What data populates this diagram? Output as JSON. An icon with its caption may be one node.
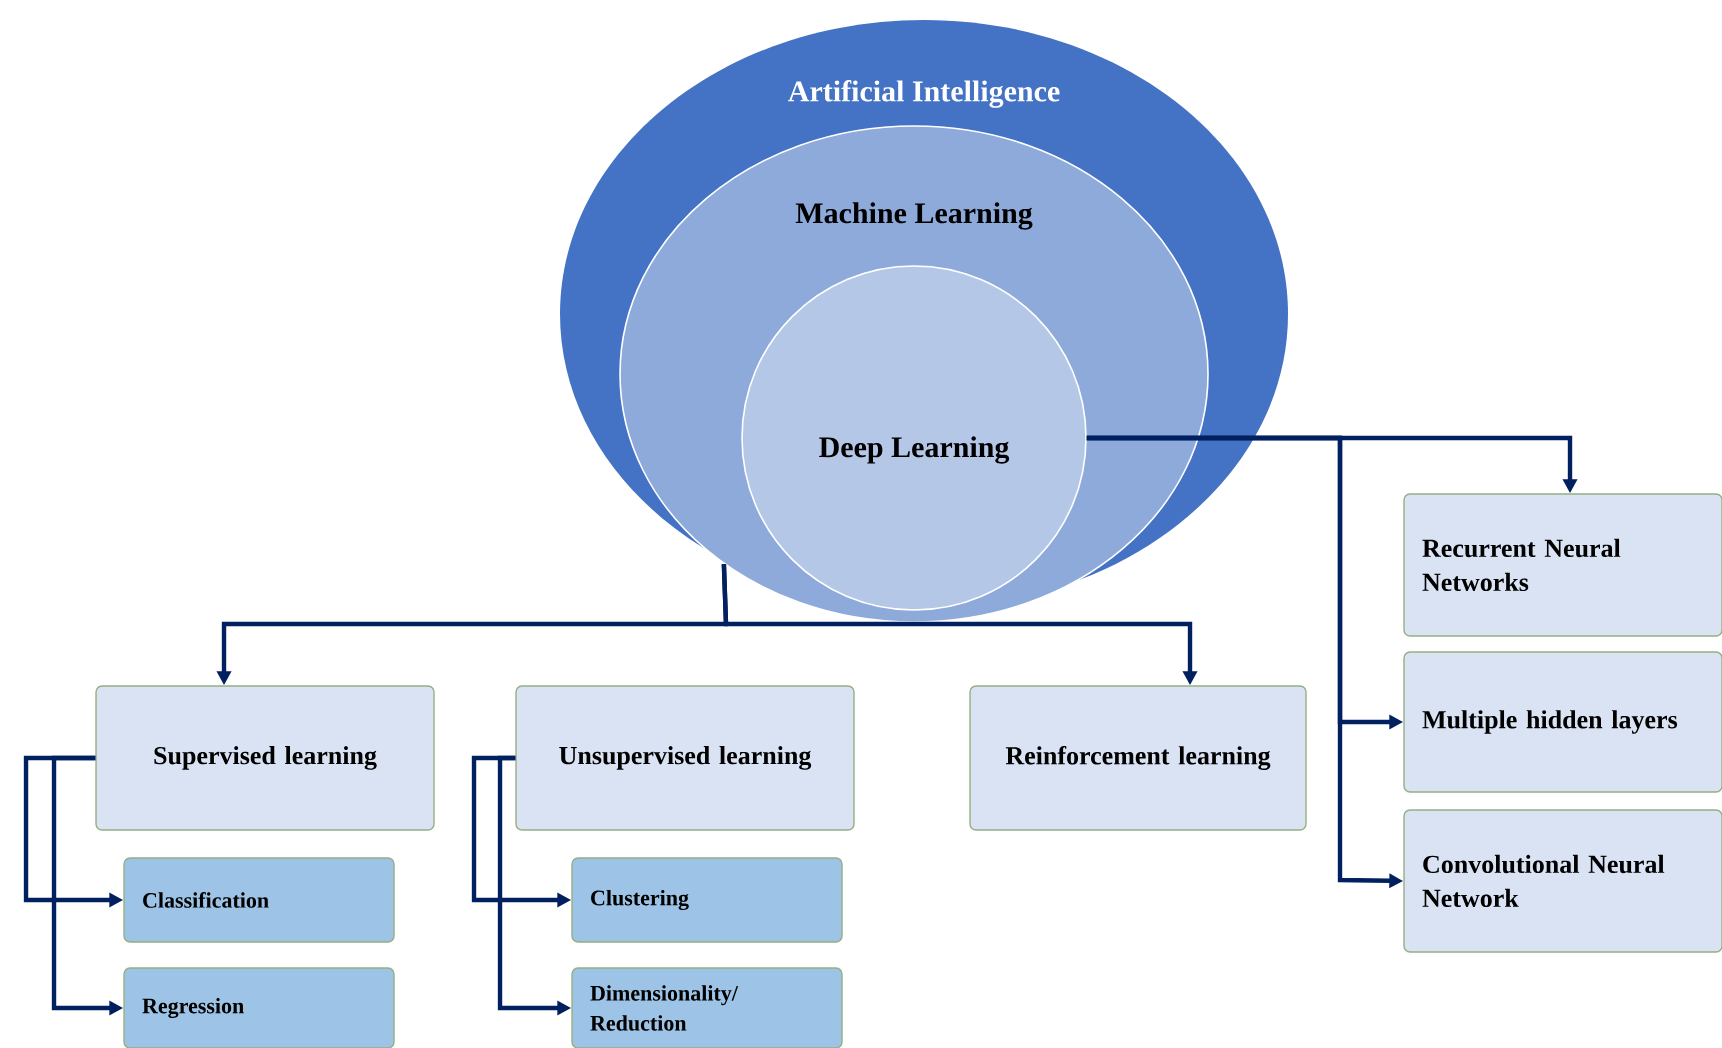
{
  "diagram": {
    "nodes": [
      {
        "text": [
          "Artificial Intelligence"
        ]
      },
      {
        "text": [
          "Machine Learning"
        ],
        "in": 0
      },
      {
        "text": [
          "Deep Learning"
        ],
        "in": 1
      },
      {
        "text": [
          "Supervised learning"
        ]
      },
      {
        "text": [
          "Unsupervised learning"
        ]
      },
      {
        "text": [
          "Reinforcement learning"
        ]
      },
      {
        "text": [
          "Recurrent Neural Networks"
        ]
      },
      {
        "text": [
          "Multiple hidden layers"
        ]
      },
      {
        "text": [
          "Convolutional Neural Network"
        ]
      },
      {
        "text": [
          "Classification"
        ]
      },
      {
        "text": [
          "Regression"
        ]
      },
      {
        "text": [
          "Clustering"
        ]
      },
      {
        "text": [
          "Dimensionality/ Reduction"
        ]
      }
    ],
    "edges": [
      {
        "from": 1,
        "to": 3,
        "arrow": "to"
      },
      {
        "from": 1,
        "to": 5,
        "arrow": "to"
      },
      {
        "from": 2,
        "to": 6,
        "arrow": "to"
      },
      {
        "from": 2,
        "to": 7,
        "arrow": "to"
      },
      {
        "from": 2,
        "to": 8,
        "arrow": "to"
      },
      {
        "from": 3,
        "to": 9,
        "arrow": "to"
      },
      {
        "from": 3,
        "to": 10,
        "arrow": "to"
      },
      {
        "from": 4,
        "to": 11,
        "arrow": "to"
      },
      {
        "from": 4,
        "to": 12,
        "arrow": "to"
      }
    ]
  }
}
